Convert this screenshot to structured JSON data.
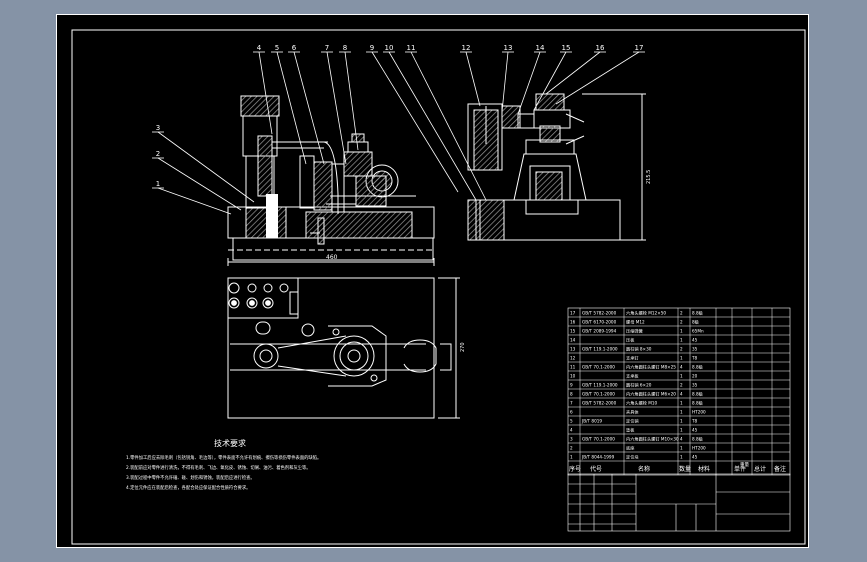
{
  "balloons": [
    "1",
    "2",
    "3",
    "4",
    "5",
    "6",
    "7",
    "8",
    "9",
    "10",
    "11",
    "12",
    "13",
    "14",
    "15",
    "16",
    "17"
  ],
  "dimensions": {
    "front_width": "460",
    "right_height": "215.5",
    "top_height": "270"
  },
  "notes": {
    "title": "技术要求",
    "lines": [
      "1.零件加工后应去除毛刺（包括锐角、毛边等），零件表面不允许有划痕、擦伤等损伤零件表面的缺陷。",
      "2.装配前应对零件进行清洗，不得有毛刺、飞边、氧化皮、锈蚀、切屑、油污、着色剂和灰尘等。",
      "3.装配过程中零件不允许磕、碰、划伤和锈蚀，装配后应进行检查。",
      "4.定位元件应在装配后检查，各配合处应保证配合性质符合要求。"
    ]
  },
  "bom": {
    "rows": [
      {
        "no": "17",
        "code": "GB/T 5782-2000",
        "name": "六角头螺栓 M12×50",
        "qty": "2",
        "material": "8.8级",
        "remark": ""
      },
      {
        "no": "16",
        "code": "GB/T 6170-2000",
        "name": "螺母 M12",
        "qty": "2",
        "material": "8级",
        "remark": ""
      },
      {
        "no": "15",
        "code": "GB/T 2089-1994",
        "name": "压缩弹簧",
        "qty": "1",
        "material": "65Mn",
        "remark": ""
      },
      {
        "no": "14",
        "code": "",
        "name": "压板",
        "qty": "1",
        "material": "45",
        "remark": ""
      },
      {
        "no": "13",
        "code": "GB/T 119.1-2000",
        "name": "圆柱销 8×30",
        "qty": "2",
        "material": "35",
        "remark": ""
      },
      {
        "no": "12",
        "code": "",
        "name": "支承钉",
        "qty": "1",
        "material": "T8",
        "remark": ""
      },
      {
        "no": "11",
        "code": "GB/T 70.1-2000",
        "name": "内六角圆柱头螺钉 M8×25",
        "qty": "4",
        "material": "8.8级",
        "remark": ""
      },
      {
        "no": "10",
        "code": "",
        "name": "支承板",
        "qty": "1",
        "material": "20",
        "remark": ""
      },
      {
        "no": "9",
        "code": "GB/T 119.1-2000",
        "name": "圆柱销 6×20",
        "qty": "2",
        "material": "35",
        "remark": ""
      },
      {
        "no": "8",
        "code": "GB/T 70.1-2000",
        "name": "内六角圆柱头螺钉 M6×20",
        "qty": "4",
        "material": "8.8级",
        "remark": ""
      },
      {
        "no": "7",
        "code": "GB/T 5782-2000",
        "name": "六角头螺栓 M10",
        "qty": "1",
        "material": "8.8级",
        "remark": ""
      },
      {
        "no": "6",
        "code": "",
        "name": "夹具体",
        "qty": "1",
        "material": "HT200",
        "remark": ""
      },
      {
        "no": "5",
        "code": "JB/T 8019",
        "name": "定位销",
        "qty": "1",
        "material": "T8",
        "remark": ""
      },
      {
        "no": "4",
        "code": "",
        "name": "垫板",
        "qty": "1",
        "material": "45",
        "remark": ""
      },
      {
        "no": "3",
        "code": "GB/T 70.1-2000",
        "name": "内六角圆柱头螺钉 M10×30",
        "qty": "4",
        "material": "8.8级",
        "remark": ""
      },
      {
        "no": "2",
        "code": "",
        "name": "底座",
        "qty": "1",
        "material": "HT200",
        "remark": ""
      },
      {
        "no": "1",
        "code": "JB/T 8044-1999",
        "name": "定位块",
        "qty": "1",
        "material": "45",
        "remark": ""
      }
    ],
    "header": {
      "no": "序号",
      "code": "代号",
      "name": "名称",
      "qty": "数量",
      "material": "材料",
      "unit_weight": "单件",
      "total_weight": "总计",
      "weight": "重量",
      "remark": "备注"
    }
  },
  "colors": {
    "sheet": "#000000",
    "frame": "#8593a6",
    "line": "#ffffff",
    "hatch": "#8a8a8a",
    "leader": "#ffffff"
  }
}
